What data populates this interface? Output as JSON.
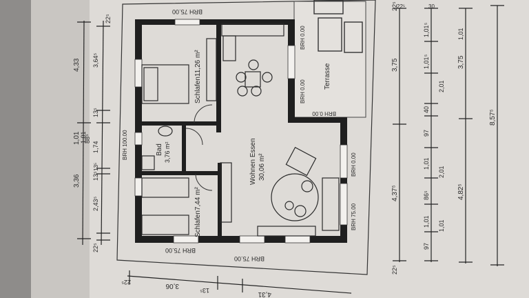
{
  "rooms": {
    "schlafen1": "Schlafen11,26 m²",
    "bad_name": "Bad",
    "bad_area": "3,76 m²",
    "wohnen_name": "Wohnen Essen",
    "wohnen_area": "30,06 m²",
    "schlafen2": "Schlafen7,44 m²",
    "terrasse": "Terrasse"
  },
  "brh": {
    "top_left": "BRH 75.00",
    "terrace_top": "BRH 0.00",
    "terrace_mid": "BRH 0.00",
    "terrace_bottom": "BRH 0.00",
    "bath": "BRH 100.00",
    "right_upper": "BRH 0.00",
    "right_lower": "BRH 75.00",
    "bottom_left": "BRH 75.00",
    "bottom_right": "BRH 75.00"
  },
  "dimensions": {
    "left_outer": [
      "4,33",
      "1,01",
      "3,36"
    ],
    "left_inner": [
      "22⁵",
      "3,64⁵",
      "13⁵",
      "88⁵",
      "1,01",
      "1,74",
      "13⁵",
      "2,43⁵",
      "13⁵",
      "22⁵"
    ],
    "bottom": [
      "22⁵",
      "3,06",
      "13⁵",
      "4,31"
    ],
    "right_col1": [
      "22⁵",
      "3,75",
      "4,37⁵",
      "22⁵"
    ],
    "right_col2": [
      "1,01⁵",
      "1,01⁵",
      "40",
      "97",
      "1,01",
      "86⁵",
      "1,01",
      "97"
    ],
    "right_col3": [
      "2,01",
      "2,01",
      "1,01"
    ],
    "right_col4": [
      "1,01",
      "3,75",
      "4,82⁵"
    ],
    "right_col5": [
      "8,57⁵"
    ],
    "top_right": [
      "22⁵",
      "30"
    ]
  },
  "colors": {
    "paper": "#efedea",
    "wall": "#1f1f1f",
    "background": "#8e8c8a"
  }
}
